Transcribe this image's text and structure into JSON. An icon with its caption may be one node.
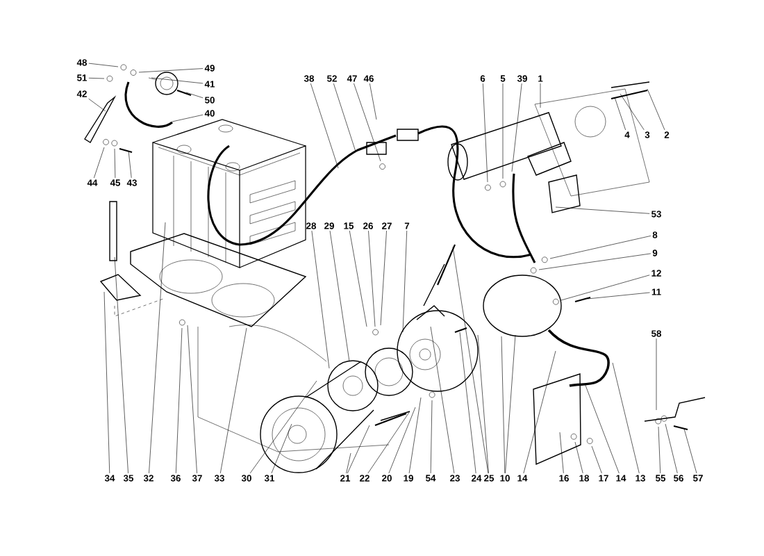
{
  "diagram": {
    "nodes": [
      {
        "text": [
          "48"
        ]
      },
      {
        "text": [
          "49"
        ]
      },
      {
        "text": [
          "51"
        ]
      },
      {
        "text": [
          "41"
        ]
      },
      {
        "text": [
          "42"
        ]
      },
      {
        "text": [
          "50"
        ]
      },
      {
        "text": [
          "40"
        ]
      },
      {
        "text": [
          "44"
        ]
      },
      {
        "text": [
          "45"
        ]
      },
      {
        "text": [
          "43"
        ]
      },
      {
        "text": [
          "38"
        ]
      },
      {
        "text": [
          "52"
        ]
      },
      {
        "text": [
          "47"
        ]
      },
      {
        "text": [
          "46"
        ]
      },
      {
        "text": [
          "6"
        ]
      },
      {
        "text": [
          "5"
        ]
      },
      {
        "text": [
          "39"
        ]
      },
      {
        "text": [
          "1"
        ]
      },
      {
        "text": [
          "4"
        ]
      },
      {
        "text": [
          "3"
        ]
      },
      {
        "text": [
          "2"
        ]
      },
      {
        "text": [
          "53"
        ]
      },
      {
        "text": [
          "8"
        ]
      },
      {
        "text": [
          "9"
        ]
      },
      {
        "text": [
          "12"
        ]
      },
      {
        "text": [
          "11"
        ]
      },
      {
        "text": [
          "58"
        ]
      },
      {
        "text": [
          "28"
        ]
      },
      {
        "text": [
          "29"
        ]
      },
      {
        "text": [
          "15"
        ]
      },
      {
        "text": [
          "26"
        ]
      },
      {
        "text": [
          "27"
        ]
      },
      {
        "text": [
          "7"
        ]
      },
      {
        "text": [
          "34"
        ]
      },
      {
        "text": [
          "35"
        ]
      },
      {
        "text": [
          "32"
        ]
      },
      {
        "text": [
          "36"
        ]
      },
      {
        "text": [
          "37"
        ]
      },
      {
        "text": [
          "33"
        ]
      },
      {
        "text": [
          "30"
        ]
      },
      {
        "text": [
          "31"
        ]
      },
      {
        "text": [
          "21"
        ]
      },
      {
        "text": [
          "22"
        ]
      },
      {
        "text": [
          "20"
        ]
      },
      {
        "text": [
          "19"
        ]
      },
      {
        "text": [
          "54"
        ]
      },
      {
        "text": [
          "23"
        ]
      },
      {
        "text": [
          "24"
        ]
      },
      {
        "text": [
          "25"
        ]
      },
      {
        "text": [
          "10"
        ]
      },
      {
        "text": [
          "14"
        ]
      },
      {
        "text": [
          "16"
        ]
      },
      {
        "text": [
          "18"
        ]
      },
      {
        "text": [
          "17"
        ]
      },
      {
        "text": [
          "14"
        ]
      },
      {
        "text": [
          "13"
        ]
      },
      {
        "text": [
          "55"
        ]
      },
      {
        "text": [
          "56"
        ]
      },
      {
        "text": [
          "57"
        ]
      }
    ],
    "edges": [
      {
        "from": 0,
        "to": null,
        "arrow": "none"
      },
      {
        "from": 1,
        "to": null,
        "arrow": "none"
      },
      {
        "from": 2,
        "to": null,
        "arrow": "none"
      },
      {
        "from": 3,
        "to": null,
        "arrow": "none"
      },
      {
        "from": 4,
        "to": null,
        "arrow": "none"
      },
      {
        "from": 5,
        "to": null,
        "arrow": "none"
      },
      {
        "from": 6,
        "to": null,
        "arrow": "none"
      },
      {
        "from": 7,
        "to": null,
        "arrow": "none"
      },
      {
        "from": 8,
        "to": null,
        "arrow": "none"
      },
      {
        "from": 9,
        "to": null,
        "arrow": "none"
      },
      {
        "from": 10,
        "to": null,
        "arrow": "none"
      },
      {
        "from": 11,
        "to": null,
        "arrow": "none"
      },
      {
        "from": 12,
        "to": null,
        "arrow": "none"
      },
      {
        "from": 13,
        "to": null,
        "arrow": "none"
      },
      {
        "from": 14,
        "to": null,
        "arrow": "none"
      },
      {
        "from": 15,
        "to": null,
        "arrow": "none"
      },
      {
        "from": 16,
        "to": null,
        "arrow": "none"
      },
      {
        "from": 17,
        "to": null,
        "arrow": "none"
      },
      {
        "from": 18,
        "to": null,
        "arrow": "none"
      },
      {
        "from": 19,
        "to": null,
        "arrow": "none"
      },
      {
        "from": 20,
        "to": null,
        "arrow": "none"
      },
      {
        "from": 21,
        "to": null,
        "arrow": "none"
      },
      {
        "from": 22,
        "to": null,
        "arrow": "none"
      },
      {
        "from": 23,
        "to": null,
        "arrow": "none"
      },
      {
        "from": 24,
        "to": null,
        "arrow": "none"
      },
      {
        "from": 25,
        "to": null,
        "arrow": "none"
      },
      {
        "from": 26,
        "to": null,
        "arrow": "none"
      },
      {
        "from": 27,
        "to": null,
        "arrow": "none"
      },
      {
        "from": 28,
        "to": null,
        "arrow": "none"
      },
      {
        "from": 29,
        "to": null,
        "arrow": "none"
      },
      {
        "from": 30,
        "to": null,
        "arrow": "none"
      },
      {
        "from": 31,
        "to": null,
        "arrow": "none"
      },
      {
        "from": 32,
        "to": null,
        "arrow": "none"
      },
      {
        "from": 33,
        "to": null,
        "arrow": "none"
      },
      {
        "from": 34,
        "to": null,
        "arrow": "none"
      },
      {
        "from": 35,
        "to": null,
        "arrow": "none"
      },
      {
        "from": 36,
        "to": null,
        "arrow": "none"
      },
      {
        "from": 37,
        "to": null,
        "arrow": "none"
      },
      {
        "from": 38,
        "to": null,
        "arrow": "none"
      },
      {
        "from": 39,
        "to": null,
        "arrow": "none"
      },
      {
        "from": 40,
        "to": null,
        "arrow": "none"
      },
      {
        "from": 41,
        "to": null,
        "arrow": "none"
      },
      {
        "from": 41,
        "to": null,
        "arrow": "none"
      },
      {
        "from": 42,
        "to": null,
        "arrow": "none"
      },
      {
        "from": 43,
        "to": null,
        "arrow": "none"
      },
      {
        "from": 44,
        "to": null,
        "arrow": "none"
      },
      {
        "from": 45,
        "to": null,
        "arrow": "none"
      },
      {
        "from": 46,
        "to": null,
        "arrow": "none"
      },
      {
        "from": 47,
        "to": null,
        "arrow": "none"
      },
      {
        "from": 48,
        "to": null,
        "arrow": "none"
      },
      {
        "from": 48,
        "to": null,
        "arrow": "none"
      },
      {
        "from": 49,
        "to": null,
        "arrow": "none"
      },
      {
        "from": 49,
        "to": null,
        "arrow": "none"
      },
      {
        "from": 50,
        "to": null,
        "arrow": "none"
      },
      {
        "from": 51,
        "to": null,
        "arrow": "none"
      },
      {
        "from": 52,
        "to": null,
        "arrow": "none"
      },
      {
        "from": 53,
        "to": null,
        "arrow": "none"
      },
      {
        "from": 54,
        "to": null,
        "arrow": "none"
      },
      {
        "from": 55,
        "to": null,
        "arrow": "none"
      },
      {
        "from": 56,
        "to": null,
        "arrow": "none"
      },
      {
        "from": 57,
        "to": null,
        "arrow": "none"
      },
      {
        "from": 58,
        "to": null,
        "arrow": "none"
      }
    ]
  }
}
